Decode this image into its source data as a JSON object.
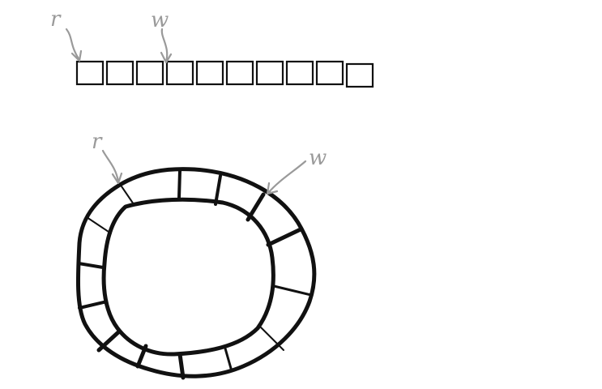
{
  "linear_buffer": {
    "cell_count": 10,
    "read_label": "r",
    "write_label": "w",
    "read_cell_index": 0,
    "write_cell_index": 3
  },
  "ring_buffer": {
    "read_label": "r",
    "write_label": "w"
  },
  "colors": {
    "ink": "#111111",
    "pointer": "#9a9a9a",
    "background": "#ffffff"
  }
}
